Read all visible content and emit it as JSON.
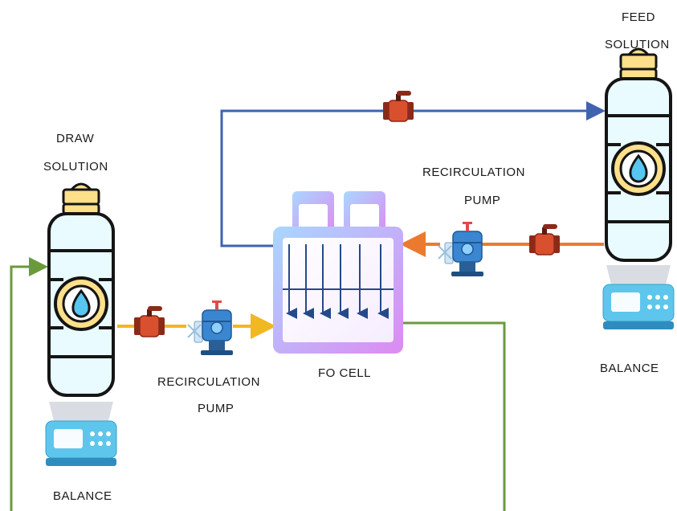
{
  "labels": {
    "draw_solution_1": "DRAW",
    "draw_solution_2": "SOLUTION",
    "feed_solution_1": "FEED",
    "feed_solution_2": "SOLUTION",
    "recirc_left_1": "RECIRCULATION",
    "recirc_left_2": "PUMP",
    "recirc_right_1": "RECIRCULATION",
    "recirc_right_2": "PUMP",
    "fo_cell": "FO CELL",
    "balance_left": "BALANCE",
    "balance_right": "BALANCE"
  },
  "colors": {
    "blue_line": "#3f63b0",
    "green_line": "#6a9a3c",
    "yellow_line": "#f0b821",
    "orange_line": "#ec7a2e",
    "tank_body": "#e9fbff",
    "tank_dark": "#151515",
    "tank_cap": "#ffe08a",
    "balance_body": "#5ec6ec",
    "valve_red": "#d9502f",
    "pump_blue": "#3a86d1",
    "cell_grad_start": "#a9d7ff",
    "cell_grad_end": "#dd8af2"
  },
  "icons": [
    "draw-tank-icon",
    "feed-tank-icon",
    "balance-icon",
    "valve-icon",
    "pump-icon",
    "fo-cell-icon"
  ]
}
